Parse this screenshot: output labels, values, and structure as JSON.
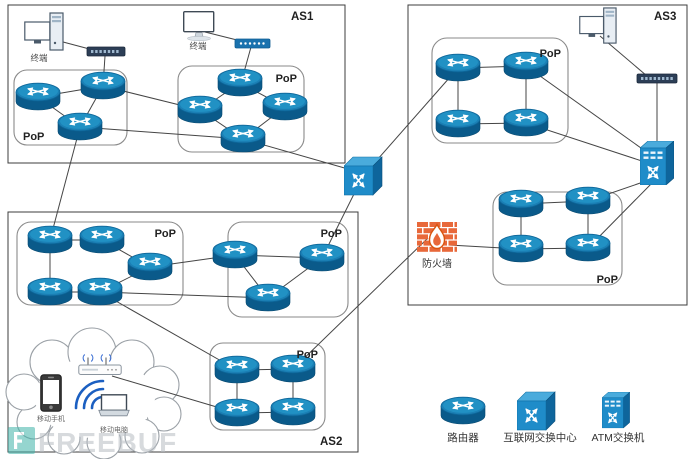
{
  "diagram": {
    "as1_label": "AS1",
    "as2_label": "AS2",
    "as3_label": "AS3",
    "pop_label": "PoP",
    "terminal_pc_label": "终端",
    "terminal_monitor_label": "终端",
    "firewall_label": "防火墙",
    "mobile_phone_label": "移动手机",
    "mobile_laptop_label": "移动电脑"
  },
  "legend": {
    "router_label": "路由器",
    "exchange_center_label": "互联网交换中心",
    "atm_switch_label": "ATM交换机"
  },
  "watermark_text": "FREEBUF",
  "colors": {
    "router_blue": "#1b7fb4",
    "router_dark": "#0a5a8a",
    "device_blue_front": "#1f8cc9",
    "device_blue_top": "#4aabdc",
    "device_blue_side": "#0e659c",
    "switch_dark": "#2c3e56",
    "switch_blue": "#1a72ae",
    "firewall_orange": "#e8683a",
    "wifi_blue": "#1b5fc1",
    "link_gray": "#454545",
    "watermark_teal": "#3fb3a9"
  },
  "icons": {
    "router": "router-icon",
    "internet_exchange": "internet-exchange-icon",
    "atm_switch": "atm-switch-icon",
    "firewall": "firewall-icon",
    "lan_switch": "lan-switch-icon",
    "pc": "pc-icon",
    "monitor": "monitor-icon",
    "smartphone": "smartphone-icon",
    "laptop": "laptop-icon",
    "wireless_ap": "wireless-ap-icon",
    "wifi_signal": "wifi-signal-icon",
    "cloud": "cloud-icon"
  }
}
